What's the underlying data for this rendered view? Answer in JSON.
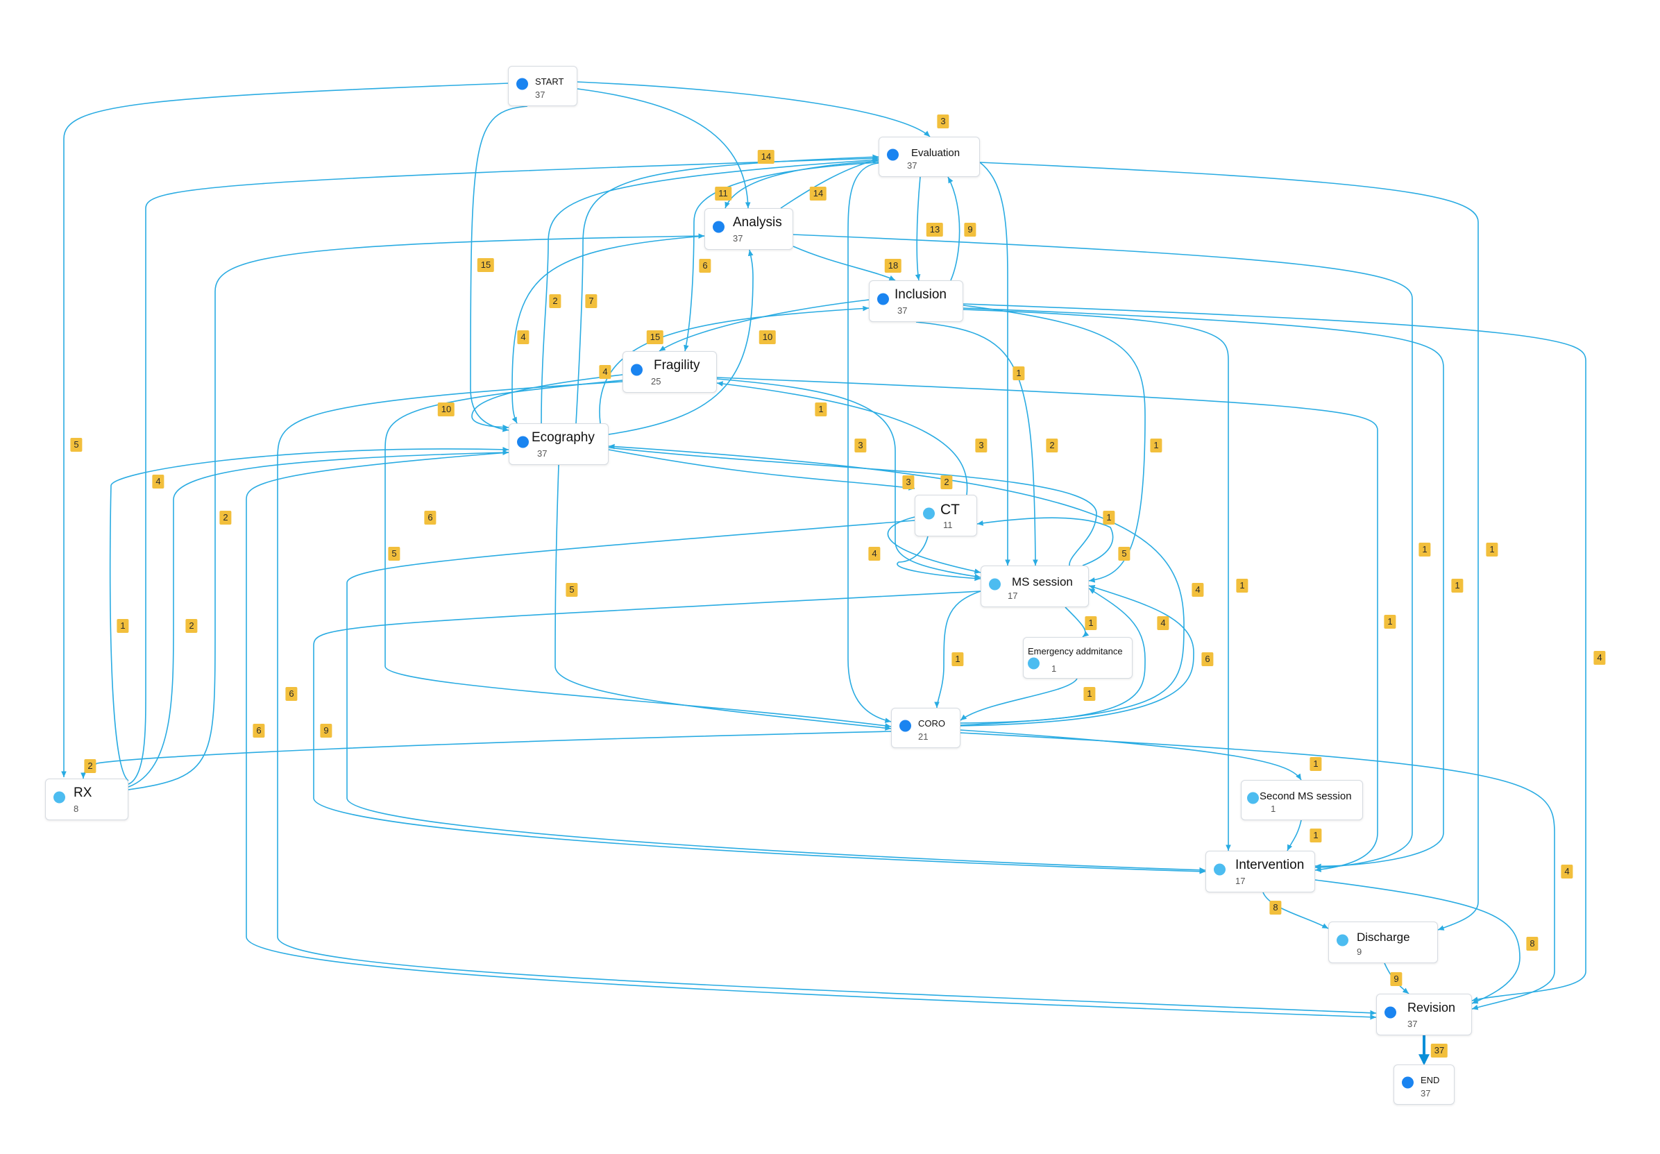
{
  "colors": {
    "edge": "#29abe2",
    "edge_strong": "#0a8fd8",
    "badge": "#f2bf3c",
    "dot_dark": "#1a84f0",
    "dot_light": "#4cbcf0"
  },
  "nodes": [
    {
      "id": "start",
      "label": "START",
      "count": "37",
      "icon": "dot-icon"
    },
    {
      "id": "evaluation",
      "label": "Evaluation",
      "count": "37",
      "icon": "dot-icon"
    },
    {
      "id": "analysis",
      "label": "Analysis",
      "count": "37",
      "icon": "dot-icon"
    },
    {
      "id": "inclusion",
      "label": "Inclusion",
      "count": "37",
      "icon": "dot-icon"
    },
    {
      "id": "fragility",
      "label": "Fragility",
      "count": "25",
      "icon": "dot-icon"
    },
    {
      "id": "ecography",
      "label": "Ecography",
      "count": "37",
      "icon": "dot-icon"
    },
    {
      "id": "ct",
      "label": "CT",
      "count": "11",
      "icon": "dot-icon"
    },
    {
      "id": "ms",
      "label": "MS session",
      "count": "17",
      "icon": "dot-icon"
    },
    {
      "id": "emergency",
      "label": "Emergency addmitance",
      "count": "1",
      "icon": "dot-icon"
    },
    {
      "id": "coro",
      "label": "CORO",
      "count": "21",
      "icon": "dot-icon"
    },
    {
      "id": "rx",
      "label": "RX",
      "count": "8",
      "icon": "dot-icon"
    },
    {
      "id": "second",
      "label": "Second MS session",
      "count": "1",
      "icon": "dot-icon"
    },
    {
      "id": "intervention",
      "label": "Intervention",
      "count": "17",
      "icon": "dot-icon"
    },
    {
      "id": "discharge",
      "label": "Discharge",
      "count": "9",
      "icon": "dot-icon"
    },
    {
      "id": "revision",
      "label": "Revision",
      "count": "37",
      "icon": "dot-icon"
    },
    {
      "id": "end",
      "label": "END",
      "count": "37",
      "icon": "dot-icon"
    }
  ],
  "edges": [
    {
      "from": "start",
      "to": "evaluation",
      "count": "3"
    },
    {
      "from": "start",
      "to": "analysis",
      "count": "14"
    },
    {
      "from": "start",
      "to": "ecography",
      "count": "15"
    },
    {
      "from": "start",
      "to": "rx",
      "count": "5"
    },
    {
      "from": "analysis",
      "to": "evaluation",
      "count": "14"
    },
    {
      "from": "evaluation",
      "to": "analysis",
      "count": "11"
    },
    {
      "from": "analysis",
      "to": "inclusion",
      "count": "18"
    },
    {
      "from": "evaluation",
      "to": "inclusion",
      "count": "13"
    },
    {
      "from": "inclusion",
      "to": "evaluation",
      "count": "9"
    },
    {
      "from": "evaluation",
      "to": "fragility",
      "count": "6"
    },
    {
      "from": "ecography",
      "to": "evaluation",
      "count": "2"
    },
    {
      "from": "ecography",
      "to": "evaluation",
      "count": "7"
    },
    {
      "from": "analysis",
      "to": "ecography",
      "count": "4"
    },
    {
      "from": "inclusion",
      "to": "fragility",
      "count": "15"
    },
    {
      "from": "ecography",
      "to": "analysis",
      "count": "10"
    },
    {
      "from": "fragility",
      "to": "ecography",
      "count": "10"
    },
    {
      "from": "ecography",
      "to": "inclusion",
      "count": "4"
    },
    {
      "from": "fragility",
      "to": "ms",
      "count": "1"
    },
    {
      "from": "evaluation",
      "to": "coro",
      "count": "3"
    },
    {
      "from": "ct",
      "to": "fragility",
      "count": "3"
    },
    {
      "from": "inclusion",
      "to": "ms",
      "count": "2"
    },
    {
      "from": "inclusion",
      "to": "ms",
      "count": "1"
    },
    {
      "from": "evaluation",
      "to": "ms",
      "count": "1"
    },
    {
      "from": "ecography",
      "to": "ct",
      "count": "3"
    },
    {
      "from": "ct",
      "to": "ms",
      "count": "2"
    },
    {
      "from": "ecography",
      "to": "ms",
      "count": "1"
    },
    {
      "from": "ms",
      "to": "ct",
      "count": "5"
    },
    {
      "from": "ct",
      "to": "ms",
      "count": "4"
    },
    {
      "from": "rx",
      "to": "ecography",
      "count": "4"
    },
    {
      "from": "rx",
      "to": "analysis",
      "count": "2"
    },
    {
      "from": "fragility",
      "to": "coro",
      "count": "6"
    },
    {
      "from": "ecography",
      "to": "coro",
      "count": "5"
    },
    {
      "from": "ct",
      "to": "intervention",
      "count": "5"
    },
    {
      "from": "coro",
      "to": "ecography",
      "count": "4"
    },
    {
      "from": "rx",
      "to": "evaluation",
      "count": "1"
    },
    {
      "from": "rx",
      "to": "ecography",
      "count": "2"
    },
    {
      "from": "ms",
      "to": "emergency",
      "count": "1"
    },
    {
      "from": "ms",
      "to": "coro",
      "count": "1"
    },
    {
      "from": "coro",
      "to": "ms",
      "count": "4"
    },
    {
      "from": "coro",
      "to": "ms",
      "count": "6"
    },
    {
      "from": "emergency",
      "to": "coro",
      "count": "1"
    },
    {
      "from": "fragility",
      "to": "revision",
      "count": "6"
    },
    {
      "from": "ecography",
      "to": "revision",
      "count": "6"
    },
    {
      "from": "ms",
      "to": "intervention",
      "count": "9"
    },
    {
      "from": "coro",
      "to": "rx",
      "count": "2"
    },
    {
      "from": "inclusion",
      "to": "intervention",
      "count": "1"
    },
    {
      "from": "fragility",
      "to": "intervention",
      "count": "1"
    },
    {
      "from": "analysis",
      "to": "intervention",
      "count": "1"
    },
    {
      "from": "inclusion",
      "to": "intervention",
      "count": "1"
    },
    {
      "from": "evaluation",
      "to": "discharge",
      "count": "1"
    },
    {
      "from": "inclusion",
      "to": "revision",
      "count": "4"
    },
    {
      "from": "coro",
      "to": "second",
      "count": "1"
    },
    {
      "from": "second",
      "to": "intervention",
      "count": "1"
    },
    {
      "from": "coro",
      "to": "revision",
      "count": "4"
    },
    {
      "from": "intervention",
      "to": "discharge",
      "count": "8"
    },
    {
      "from": "intervention",
      "to": "revision",
      "count": "8"
    },
    {
      "from": "discharge",
      "to": "revision",
      "count": "9"
    },
    {
      "from": "revision",
      "to": "end",
      "count": "37"
    }
  ]
}
